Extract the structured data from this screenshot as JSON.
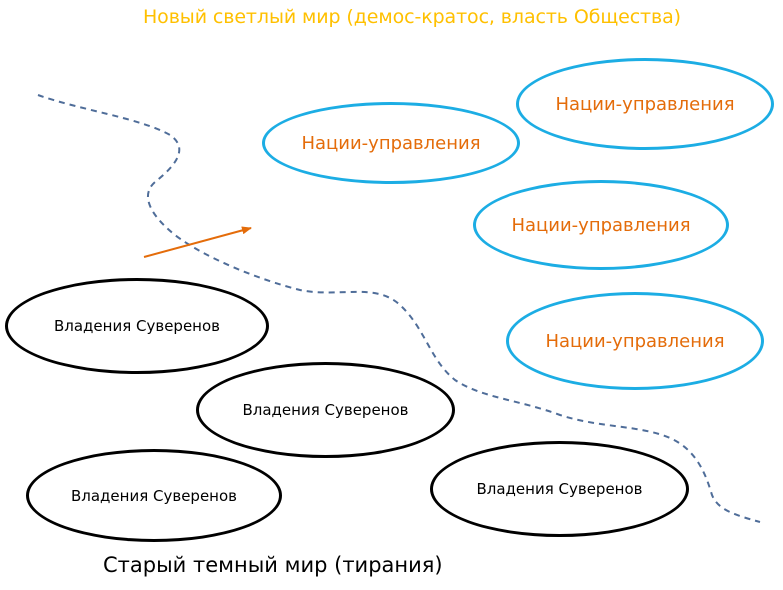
{
  "top_caption": "Новый светлый мир (демос-кратос, власть Общества)",
  "bottom_caption": "Старый темный мир (тирания)",
  "nations": [
    {
      "label": "Нации-управления"
    },
    {
      "label": "Нации-управления"
    },
    {
      "label": "Нации-управления"
    },
    {
      "label": "Нации-управления"
    }
  ],
  "sovereigns": [
    {
      "label": "Владения Суверенов"
    },
    {
      "label": "Владения Суверенов"
    },
    {
      "label": "Владения Суверенов"
    },
    {
      "label": "Владения Суверенов"
    }
  ],
  "colors": {
    "new_world": "#FFC000",
    "nation_border": "#1CADE4",
    "nation_text": "#E46C0A",
    "arrow": "#E46C0A",
    "divider": "#4F6D99",
    "sovereign": "#000000"
  }
}
